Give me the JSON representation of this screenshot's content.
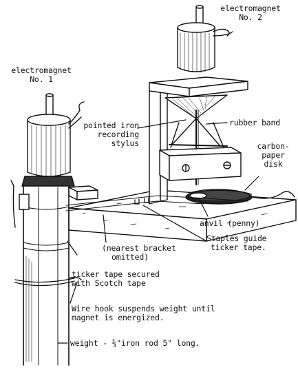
{
  "labels": {
    "em2_line1": "electromagnet",
    "em2_line2": "No. 2",
    "em1_line1": "electromagnet",
    "em1_line2": "No. 1",
    "stylus_line1": "pointed iron",
    "stylus_line2": "recording",
    "stylus_line3": "stylus",
    "rubber_band": "rubber band",
    "carbon_line1": "carbon-",
    "carbon_line2": "paper",
    "carbon_line3": "disk",
    "anvil": "anvil (penny)",
    "bracket_line1": "(nearest bracket",
    "bracket_line2": "omitted)",
    "staples_line1": "Staples guide",
    "staples_line2": "ticker tape.",
    "ticker_line1": "ticker tape secured",
    "ticker_line2": "with Scotch tape",
    "hook_line1": "Wire hook suspends weight until",
    "hook_line2": "magnet is energized.",
    "weight": "weight - ¾\"iron rod 5\" long."
  },
  "colors": {
    "ink": "#111111",
    "paper": "#ffffff",
    "shade": "#444444"
  }
}
